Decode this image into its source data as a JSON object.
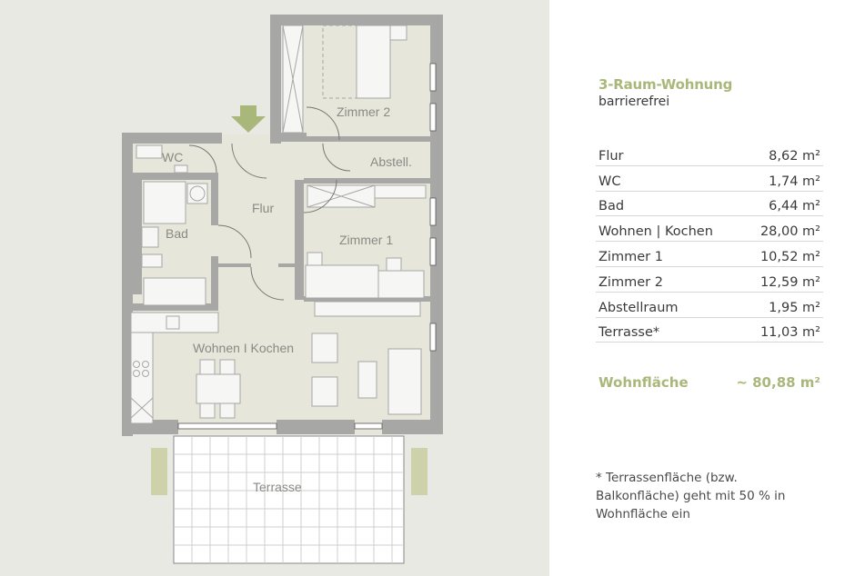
{
  "floorplan": {
    "rooms": {
      "zimmer2": "Zimmer 2",
      "wc": "WC",
      "abstell": "Abstell.",
      "flur": "Flur",
      "bad": "Bad",
      "zimmer1": "Zimmer 1",
      "wohnen": "Wohnen I Kochen",
      "terrasse": "Terrasse"
    },
    "entrance_icon": "arrow-down-icon",
    "colors": {
      "background": "#e9e9e4",
      "floor": "#e6e6da",
      "wall": "#a7a7a5",
      "accent": "#a9b87a",
      "terrace_tile": "#ffffff"
    }
  },
  "info": {
    "title": "3-Raum-Wohnung",
    "subtitle": "barrierefrei",
    "rooms": [
      {
        "name": "Flur",
        "area": "8,62 m²"
      },
      {
        "name": "WC",
        "area": "1,74 m²"
      },
      {
        "name": "Bad",
        "area": "6,44 m²"
      },
      {
        "name": "Wohnen | Kochen",
        "area": "28,00 m²"
      },
      {
        "name": "Zimmer 1",
        "area": "10,52 m²"
      },
      {
        "name": "Zimmer 2",
        "area": "12,59 m²"
      },
      {
        "name": "Abstellraum",
        "area": "1,95 m²"
      },
      {
        "name": "Terrasse*",
        "area": "11,03 m²"
      }
    ],
    "total_label": "Wohnfläche",
    "total_value": "~ 80,88 m²",
    "footnote": "* Terrassenfläche (bzw. Balkonfläche) geht mit 50 % in Wohnfläche ein"
  }
}
